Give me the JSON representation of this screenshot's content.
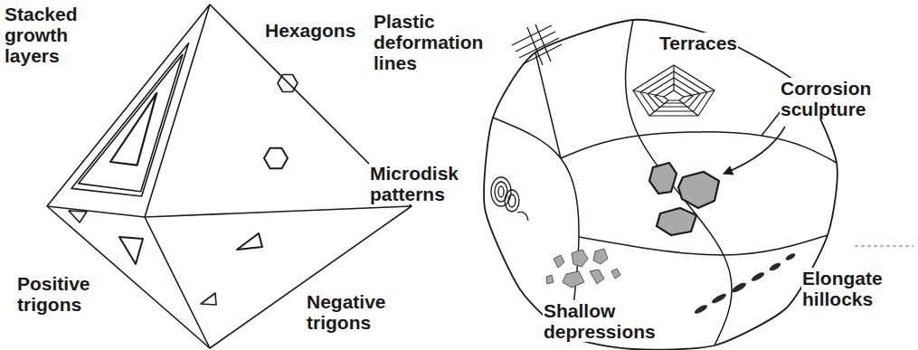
{
  "diagram": {
    "labels": [
      "Stacked growth layers",
      "Hexagons",
      "Positive trigons",
      "Negative trigons",
      "Plastic deformation lines",
      "Terraces",
      "Corrosion sculpture",
      "Microdisk patterns",
      "Shallow depressions",
      "Elongate hillocks"
    ]
  }
}
